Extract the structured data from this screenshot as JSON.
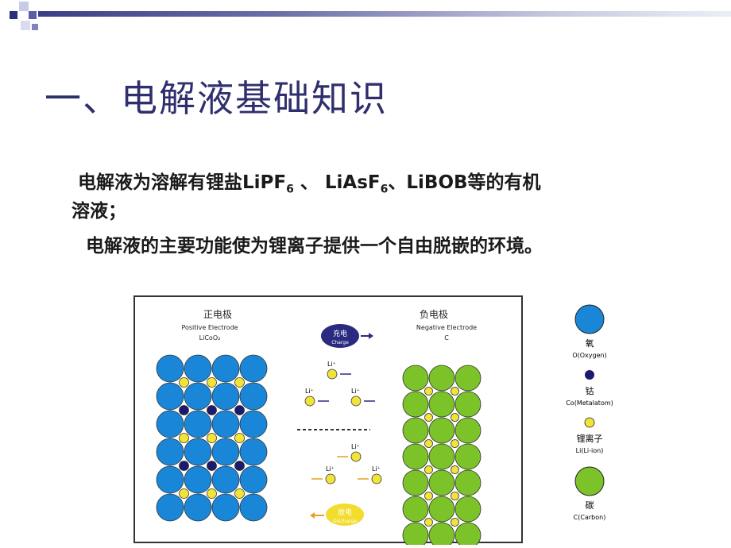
{
  "title": "一、电解液基础知识",
  "paragraph1": {
    "a": "电解液为溶解有锂盐LiPF",
    "sub1": "6",
    "b": " 、 LiAsF",
    "sub2": "6",
    "c": "、LiBOB等的有机",
    "line2": "溶液；"
  },
  "paragraph2": "电解液的主要功能使为锂离子提供一个自由脱嵌的环境。",
  "diagram": {
    "positive": {
      "title": "正电极",
      "en": "Positive Electrode",
      "formula": "LiCoO₂"
    },
    "negative": {
      "title": "负电极",
      "en": "Negative Electrode",
      "formula": "C"
    },
    "charge": {
      "cn": "充电",
      "en": "Charge"
    },
    "discharge": {
      "cn": "放电",
      "en": "Discharge"
    },
    "li_label": "Li⁺"
  },
  "legend": [
    {
      "cn": "氧",
      "en": "O(Oxygen)",
      "color": "#1a86d8"
    },
    {
      "cn": "钴",
      "en": "Co(Metalatom)",
      "color": "#1a1a6e"
    },
    {
      "cn": "锂离子",
      "en": "Li(Li-ion)",
      "color": "#f0e43a"
    },
    {
      "cn": "碳",
      "en": "C(Carbon)",
      "color": "#7cc32a"
    }
  ],
  "colors": {
    "title": "#2f2f6e",
    "oxygen": "#1a86d8",
    "cobalt": "#1a1a6e",
    "lithium": "#f0e43a",
    "carbon": "#7cc32a"
  }
}
